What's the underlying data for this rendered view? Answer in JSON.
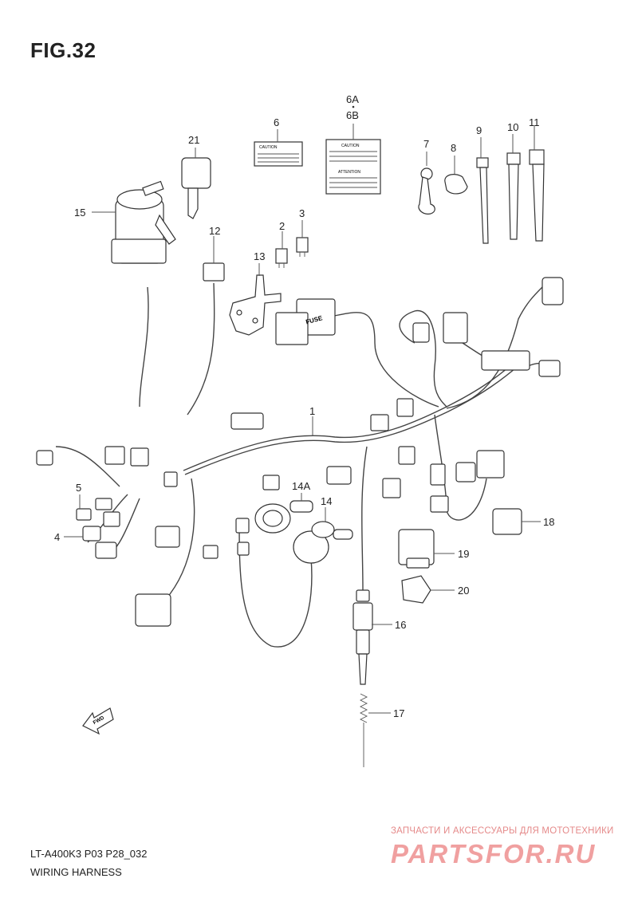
{
  "header": {
    "figure": "FIG.32"
  },
  "footer": {
    "model": "LT-A400K3 P03 P28_032",
    "title": "WIRING HARNESS"
  },
  "watermark": {
    "caption": "ЗАПЧАСТИ И АКСЕССУАРЫ ДЛЯ МОТОТЕХНИКИ",
    "logo": "PARTSFOR.RU"
  },
  "direction_arrow": "FWD",
  "parts": {
    "p1": "1",
    "p2": "2",
    "p3": "3",
    "p4": "4",
    "p5": "5",
    "p6": "6",
    "p6a": "6A",
    "p6b": "6B",
    "p7": "7",
    "p8": "8",
    "p9": "9",
    "p10": "10",
    "p11": "11",
    "p12": "12",
    "p13": "13",
    "p14": "14",
    "p14a": "14A",
    "p15": "15",
    "p16": "16",
    "p17": "17",
    "p18": "18",
    "p19": "19",
    "p20": "20",
    "p21": "21"
  },
  "decals": {
    "caution": "CAUTION",
    "attention": "ATTENTION",
    "fuse": "FUSE"
  },
  "colors": {
    "line": "#333333",
    "watermark": "#f0a0a0"
  }
}
